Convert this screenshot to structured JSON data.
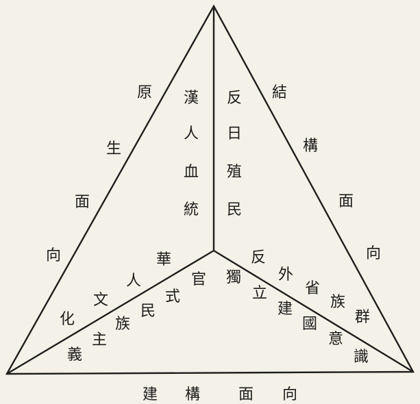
{
  "diagram": {
    "left_edge": [
      "原",
      "生",
      "面",
      "向"
    ],
    "right_edge": [
      "結",
      "構",
      "面",
      "向"
    ],
    "bottom_edge": [
      "建",
      "構",
      "面",
      "向"
    ],
    "center_left": [
      "漢",
      "人",
      "血",
      "統"
    ],
    "center_right": [
      "反",
      "日",
      "殖",
      "民"
    ],
    "lower_left_upper": [
      "化",
      "文",
      "人",
      "華"
    ],
    "lower_left_inner": [
      "義",
      "主",
      "族",
      "民",
      "式",
      "官"
    ],
    "lower_right_inner": [
      "獨",
      "立",
      "建",
      "國",
      "意",
      "識"
    ],
    "lower_right_upper": [
      "反",
      "外",
      "省",
      "族",
      "群"
    ],
    "colors": {
      "ink": "#1e1e1e",
      "paper": "#f4f1e8"
    }
  }
}
